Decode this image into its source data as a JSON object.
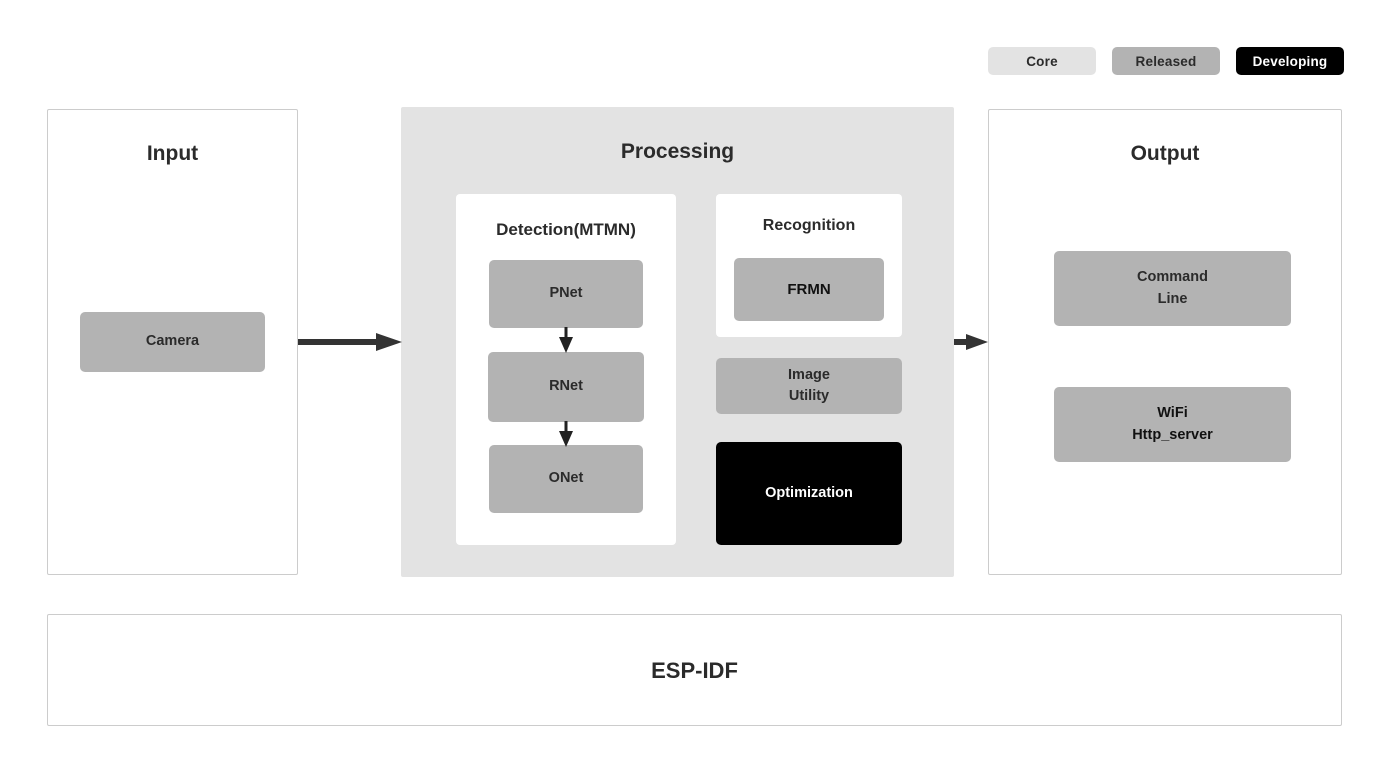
{
  "legend": {
    "items": [
      {
        "label": "Core",
        "color": "#e3e3e3",
        "text_color": "#2b2b2b"
      },
      {
        "label": "Released",
        "color": "#b3b3b3",
        "text_color": "#2b2b2b"
      },
      {
        "label": "Developing",
        "color": "#000000",
        "text_color": "#ffffff"
      }
    ]
  },
  "stages": {
    "input": {
      "title": "Input",
      "nodes": [
        {
          "label": "Camera",
          "status": "Released"
        }
      ]
    },
    "processing": {
      "title": "Processing",
      "cards": [
        {
          "title": "Detection(MTMN)",
          "nodes": [
            {
              "label": "PNet",
              "status": "Released"
            },
            {
              "label": "RNet",
              "status": "Released"
            },
            {
              "label": "ONet",
              "status": "Released"
            }
          ]
        },
        {
          "title": "Recognition",
          "nodes": [
            {
              "label": "FRMN",
              "status": "Released"
            }
          ]
        }
      ],
      "nodes": [
        {
          "label": "Image\nUtility",
          "status": "Released"
        },
        {
          "label": "Optimization",
          "status": "Developing"
        }
      ]
    },
    "output": {
      "title": "Output",
      "nodes": [
        {
          "label": "Command\nLine",
          "status": "Released"
        },
        {
          "label": "WiFi\nHttp_server",
          "status": "Released"
        }
      ]
    },
    "foundation": {
      "title": "ESP-IDF"
    }
  },
  "arrows": [
    {
      "name": "input-to-processing",
      "direction": "right"
    },
    {
      "name": "processing-to-output",
      "direction": "right"
    },
    {
      "name": "pnet-to-rnet",
      "direction": "down"
    },
    {
      "name": "rnet-to-onet",
      "direction": "down"
    }
  ],
  "colors": {
    "core": "#e3e3e3",
    "released": "#b3b3b3",
    "developing": "#000000",
    "panel_border": "#cccccc",
    "text": "#2b2b2b",
    "arrow": "#333333",
    "background": "#ffffff"
  }
}
